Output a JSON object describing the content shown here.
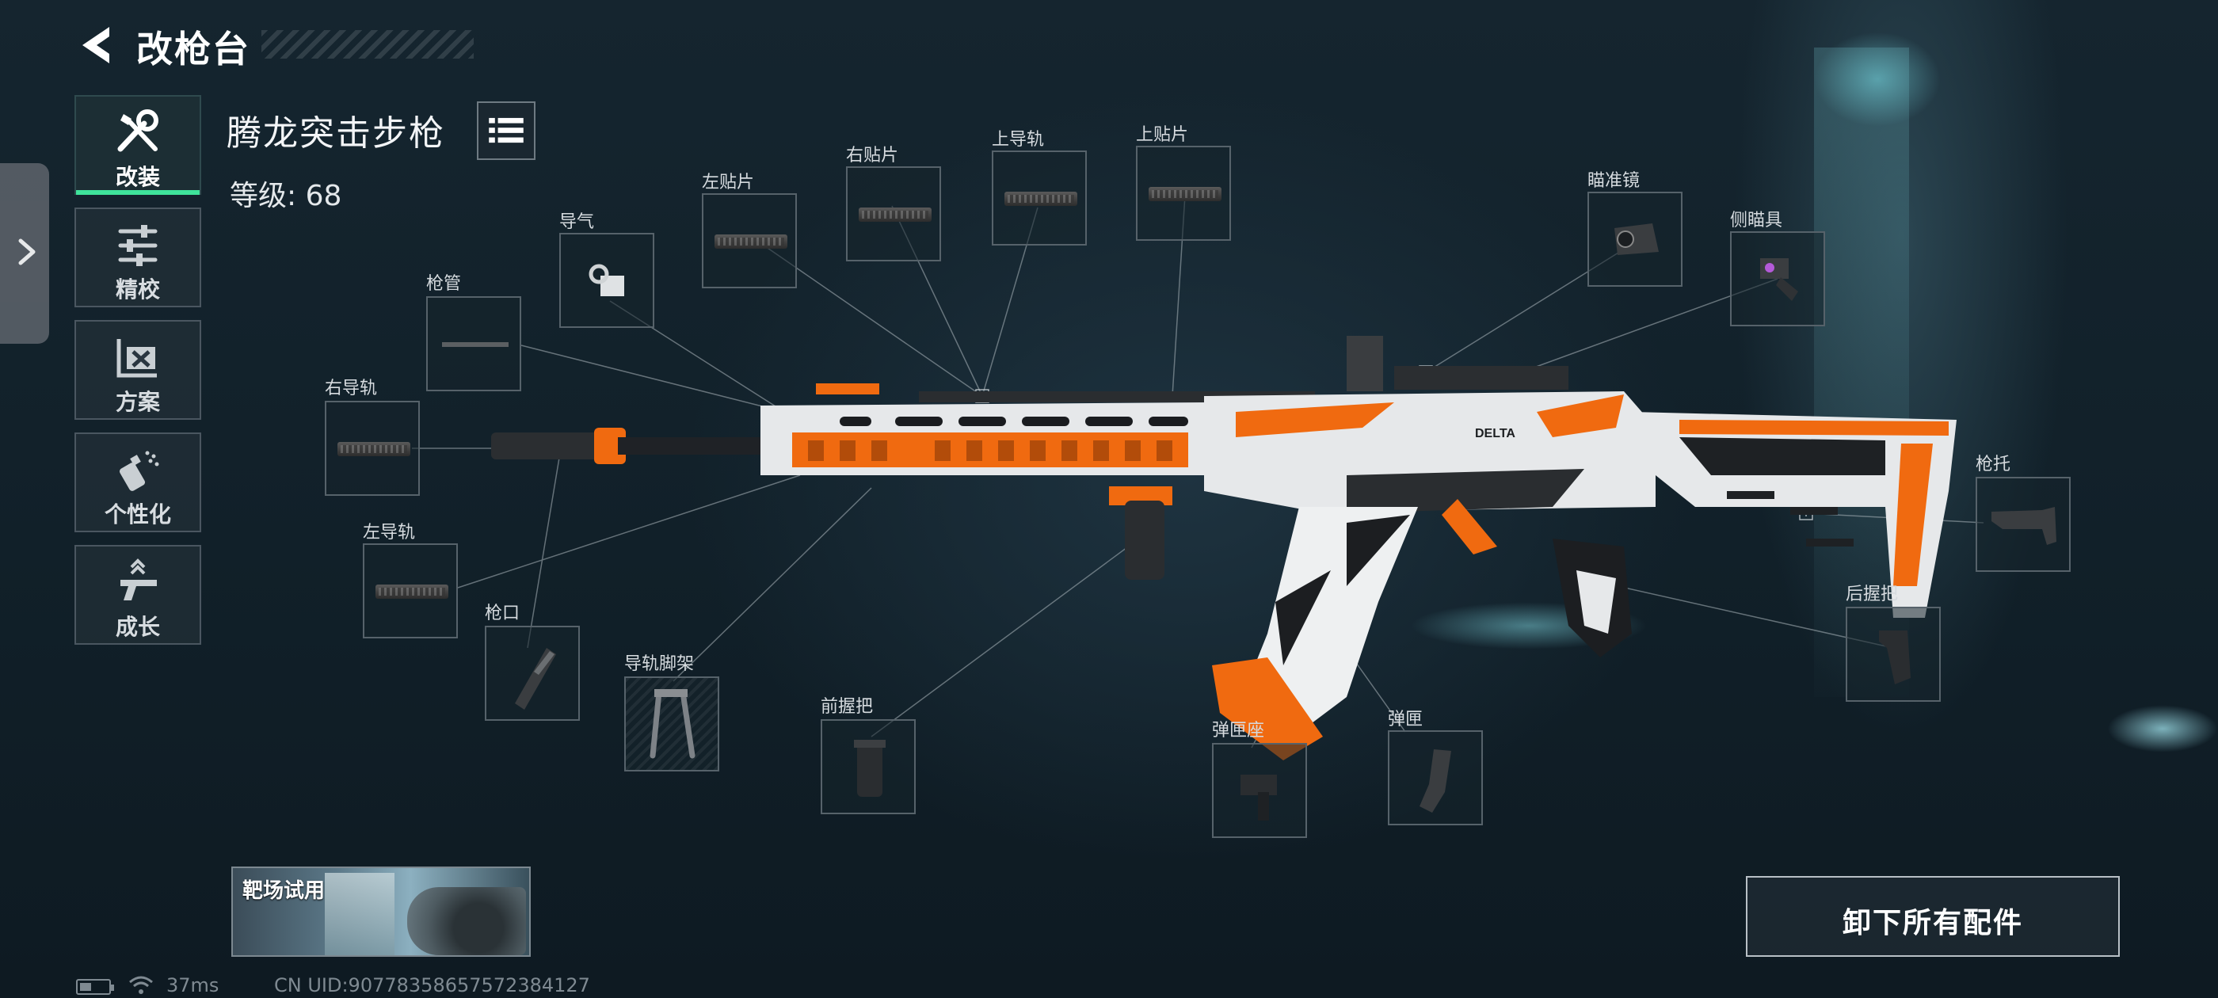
{
  "header": {
    "title": "改枪台"
  },
  "nav": {
    "items": [
      {
        "label": "改装",
        "icon": "wrench-screwdriver-icon",
        "active": true
      },
      {
        "label": "精校",
        "icon": "sliders-icon",
        "active": false
      },
      {
        "label": "方案",
        "icon": "blueprint-icon",
        "active": false
      },
      {
        "label": "个性化",
        "icon": "spray-can-icon",
        "active": false
      },
      {
        "label": "成长",
        "icon": "gun-upgrade-icon",
        "active": false
      }
    ]
  },
  "weapon": {
    "name": "腾龙突击步枪",
    "level_text": "等级: 68",
    "decal_text": "DELTA"
  },
  "slots": {
    "right_rail": "右导轨",
    "left_rail": "左导轨",
    "barrel": "枪管",
    "gas": "导气",
    "left_patch": "左贴片",
    "right_patch": "右贴片",
    "top_rail": "上导轨",
    "top_patch": "上贴片",
    "optic": "瞄准镜",
    "side_sight": "侧瞄具",
    "muzzle": "枪口",
    "bipod": "导轨脚架",
    "foregrip": "前握把",
    "mag_well": "弹匣座",
    "magazine": "弹匣",
    "stock": "枪托",
    "rear_grip": "后握把"
  },
  "range_trial": {
    "label": "靶场试用"
  },
  "unload_all": {
    "label": "卸下所有配件"
  },
  "status": {
    "ping": "37ms",
    "uid": "CN UID:90778358657572384127"
  },
  "colors": {
    "accent_green": "#3fe39b",
    "weapon_orange": "#f06a10",
    "weapon_white": "#e6e8ea",
    "background": "#14232d"
  }
}
